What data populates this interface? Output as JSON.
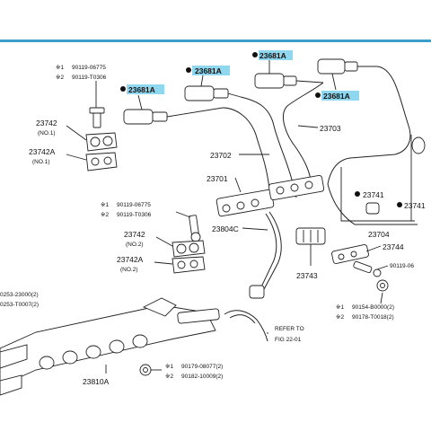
{
  "labels": {
    "p23681A_a": "23681A",
    "p23681A_b": "23681A",
    "p23681A_c": "23681A",
    "p23681A_d": "23681A",
    "p23703": "23703",
    "p23702": "23702",
    "p23701": "23701",
    "p23742": "23742",
    "p23742_no1": "(NO.1)",
    "p23742A": "23742A",
    "p23742A_no1": "(NO.1)",
    "p23742b": "23742",
    "p23742b_no2": "(NO.2)",
    "p23742Ab": "23742A",
    "p23742Ab_no2": "(NO.2)",
    "p23804C": "23804C",
    "p23743": "23743",
    "p23741a": "23741",
    "p23741b": "23741",
    "p23704": "23704",
    "p23744": "23744",
    "p23810A": "23810A",
    "ref1": "90119-06775",
    "ref1_pre": "※1",
    "ref2": "90119-T0306",
    "ref2_pre": "※2",
    "ref3": "90119-06775",
    "ref3_pre": "※1",
    "ref4": "90119-T0306",
    "ref4_pre": "※2",
    "ref5": "90119-06",
    "ref6": "90154-B0000(2)",
    "ref6_pre": "※1",
    "ref7": "90178-T0018(2)",
    "ref7_pre": "※2",
    "ref8": "90179-08077(2)",
    "ref8_pre": "※1",
    "ref9": "90182-10009(2)",
    "ref9_pre": "※2",
    "ref10": "0253-23000(2)",
    "ref11": "0253-T0007(2)",
    "refer1": "REFER TO",
    "refer2": "FIG 22-01"
  }
}
